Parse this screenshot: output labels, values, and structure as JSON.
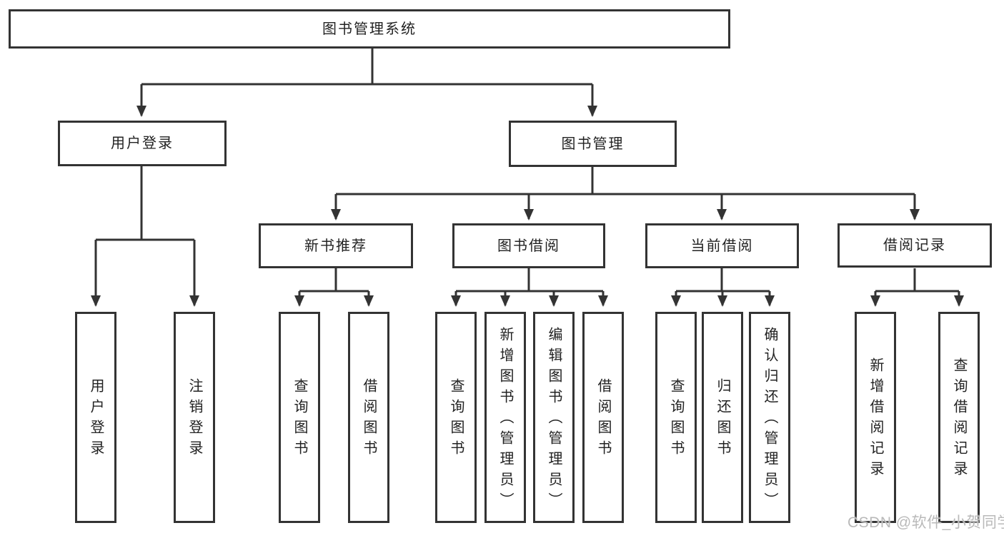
{
  "diagram": {
    "title_node": "图书管理系统",
    "root": {
      "label": "图书管理系统"
    },
    "level2": [
      {
        "label": "用户登录"
      },
      {
        "label": "图书管理"
      }
    ],
    "level3": [
      {
        "label": "新书推荐"
      },
      {
        "label": "图书借阅"
      },
      {
        "label": "当前借阅"
      },
      {
        "label": "借阅记录"
      }
    ],
    "leaves": {
      "user_login": [
        {
          "label": "用户登录"
        },
        {
          "label": "注销登录"
        }
      ],
      "new_book_recommend": [
        {
          "label": "查询图书"
        },
        {
          "label": "借阅图书"
        }
      ],
      "book_borrowing": [
        {
          "label": "查询图书"
        },
        {
          "label": "新增图书（管理员）"
        },
        {
          "label": "编辑图书（管理员）"
        },
        {
          "label": "借阅图书"
        }
      ],
      "current_borrowing": [
        {
          "label": "查询图书"
        },
        {
          "label": "归还图书"
        },
        {
          "label": "确认归还（管理员）"
        }
      ],
      "borrowing_records": [
        {
          "label": "新增借阅记录"
        },
        {
          "label": "查询借阅记录"
        }
      ]
    }
  },
  "watermark": {
    "text": "CSDN @软件_小贺同学"
  },
  "colors": {
    "line": "#333333",
    "box_border": "#333333",
    "text": "#222222",
    "background": "#ffffff",
    "watermark": "#b9b9b9"
  }
}
